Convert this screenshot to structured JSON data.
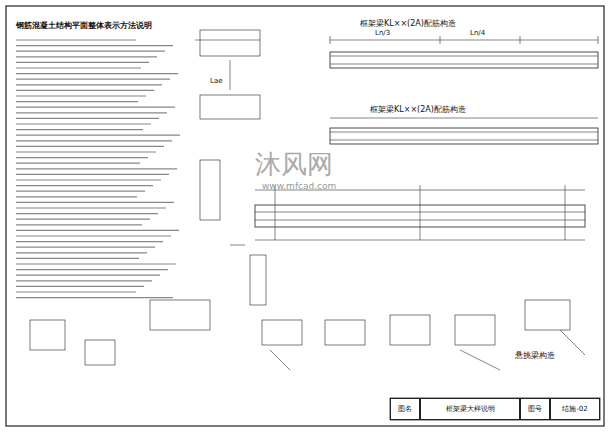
{
  "diagram": {
    "title": "钢筋混凝土结构平面整体表示方法说明",
    "nodes": [
      {
        "text": [
          "图名"
        ]
      },
      {
        "text": [
          "框架梁大样说明"
        ]
      },
      {
        "text": [
          "图号"
        ]
      },
      {
        "text": [
          "结施-02"
        ]
      }
    ],
    "labels": [
      "框架梁KL××(2A)配筋构造",
      "框架梁KL××(2A)配筋构造",
      "Ln/3",
      "Ln/4",
      "Lae",
      "悬挑梁构造",
      "沐风网",
      "www.mfcad.com"
    ]
  }
}
